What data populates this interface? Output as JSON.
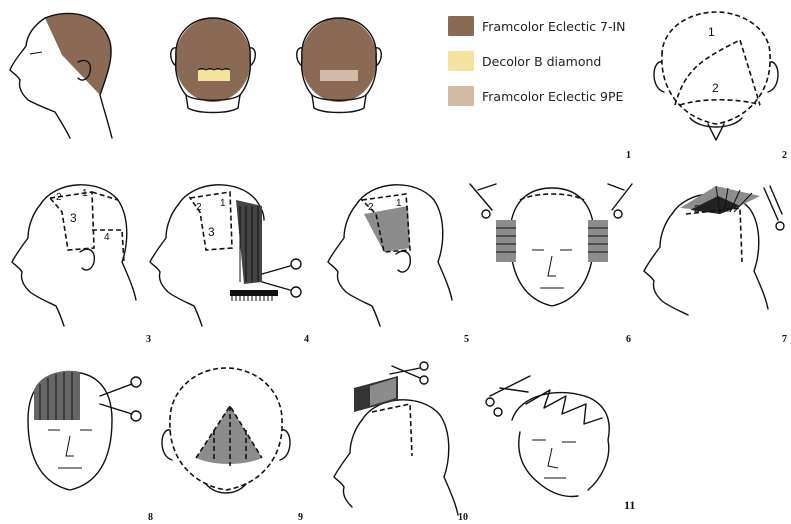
{
  "legend": {
    "items": [
      {
        "label": "Framcolor Eclectic 7-IN",
        "color": "#8a6a55"
      },
      {
        "label": "Decolor B diamond",
        "color": "#f2e3a0"
      },
      {
        "label": "Framcolor Eclectic 9PE",
        "color": "#d2bca9"
      }
    ]
  },
  "steps": {
    "s1": "1",
    "s2": "2",
    "s3": "3",
    "s4": "4",
    "s5": "5",
    "s6": "6",
    "s7": "7",
    "s8": "8",
    "s9": "9",
    "s10": "10",
    "s11": "11"
  },
  "sections": {
    "one": "1",
    "two": "2",
    "three": "3",
    "four": "4"
  },
  "colors": {
    "line": "#111111",
    "shade": "#8c8c8c",
    "dark": "#333333"
  }
}
